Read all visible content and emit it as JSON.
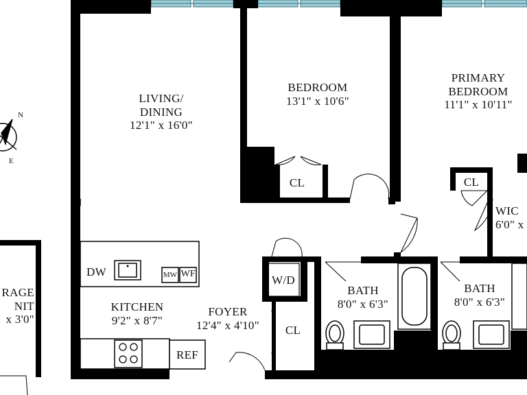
{
  "rooms": {
    "living": {
      "name": "LIVING/",
      "name2": "DINING",
      "dims": "12'1\" x 16'0\""
    },
    "bedroom": {
      "name": "BEDROOM",
      "dims": "13'1\" x 10'6\""
    },
    "primary": {
      "name": "PRIMARY",
      "name2": "BEDROOM",
      "dims": "11'1\" x 10'11\""
    },
    "wic": {
      "name": "WIC",
      "dims": "6'0\" x"
    },
    "kitchen": {
      "name": "KITCHEN",
      "dims": "9'2\" x 8'7\""
    },
    "foyer": {
      "name": "FOYER",
      "dims": "12'4\" x 4'10\""
    },
    "bath1": {
      "name": "BATH",
      "dims": "8'0\" x 6'3\""
    },
    "bath2": {
      "name": "BATH",
      "dims": "8'0\" x 6'3\""
    },
    "storage": {
      "name": "RAGE",
      "name2": "NIT",
      "dims": "x 3'0\""
    }
  },
  "fixtures": {
    "dw": "DW",
    "mw": "MW",
    "wf": "WF",
    "ref": "REF",
    "wd": "W/D",
    "cl_bedroom": "CL",
    "cl_primary": "CL",
    "cl_foyer": "CL"
  },
  "compass": {
    "north": "N",
    "east": "E"
  }
}
